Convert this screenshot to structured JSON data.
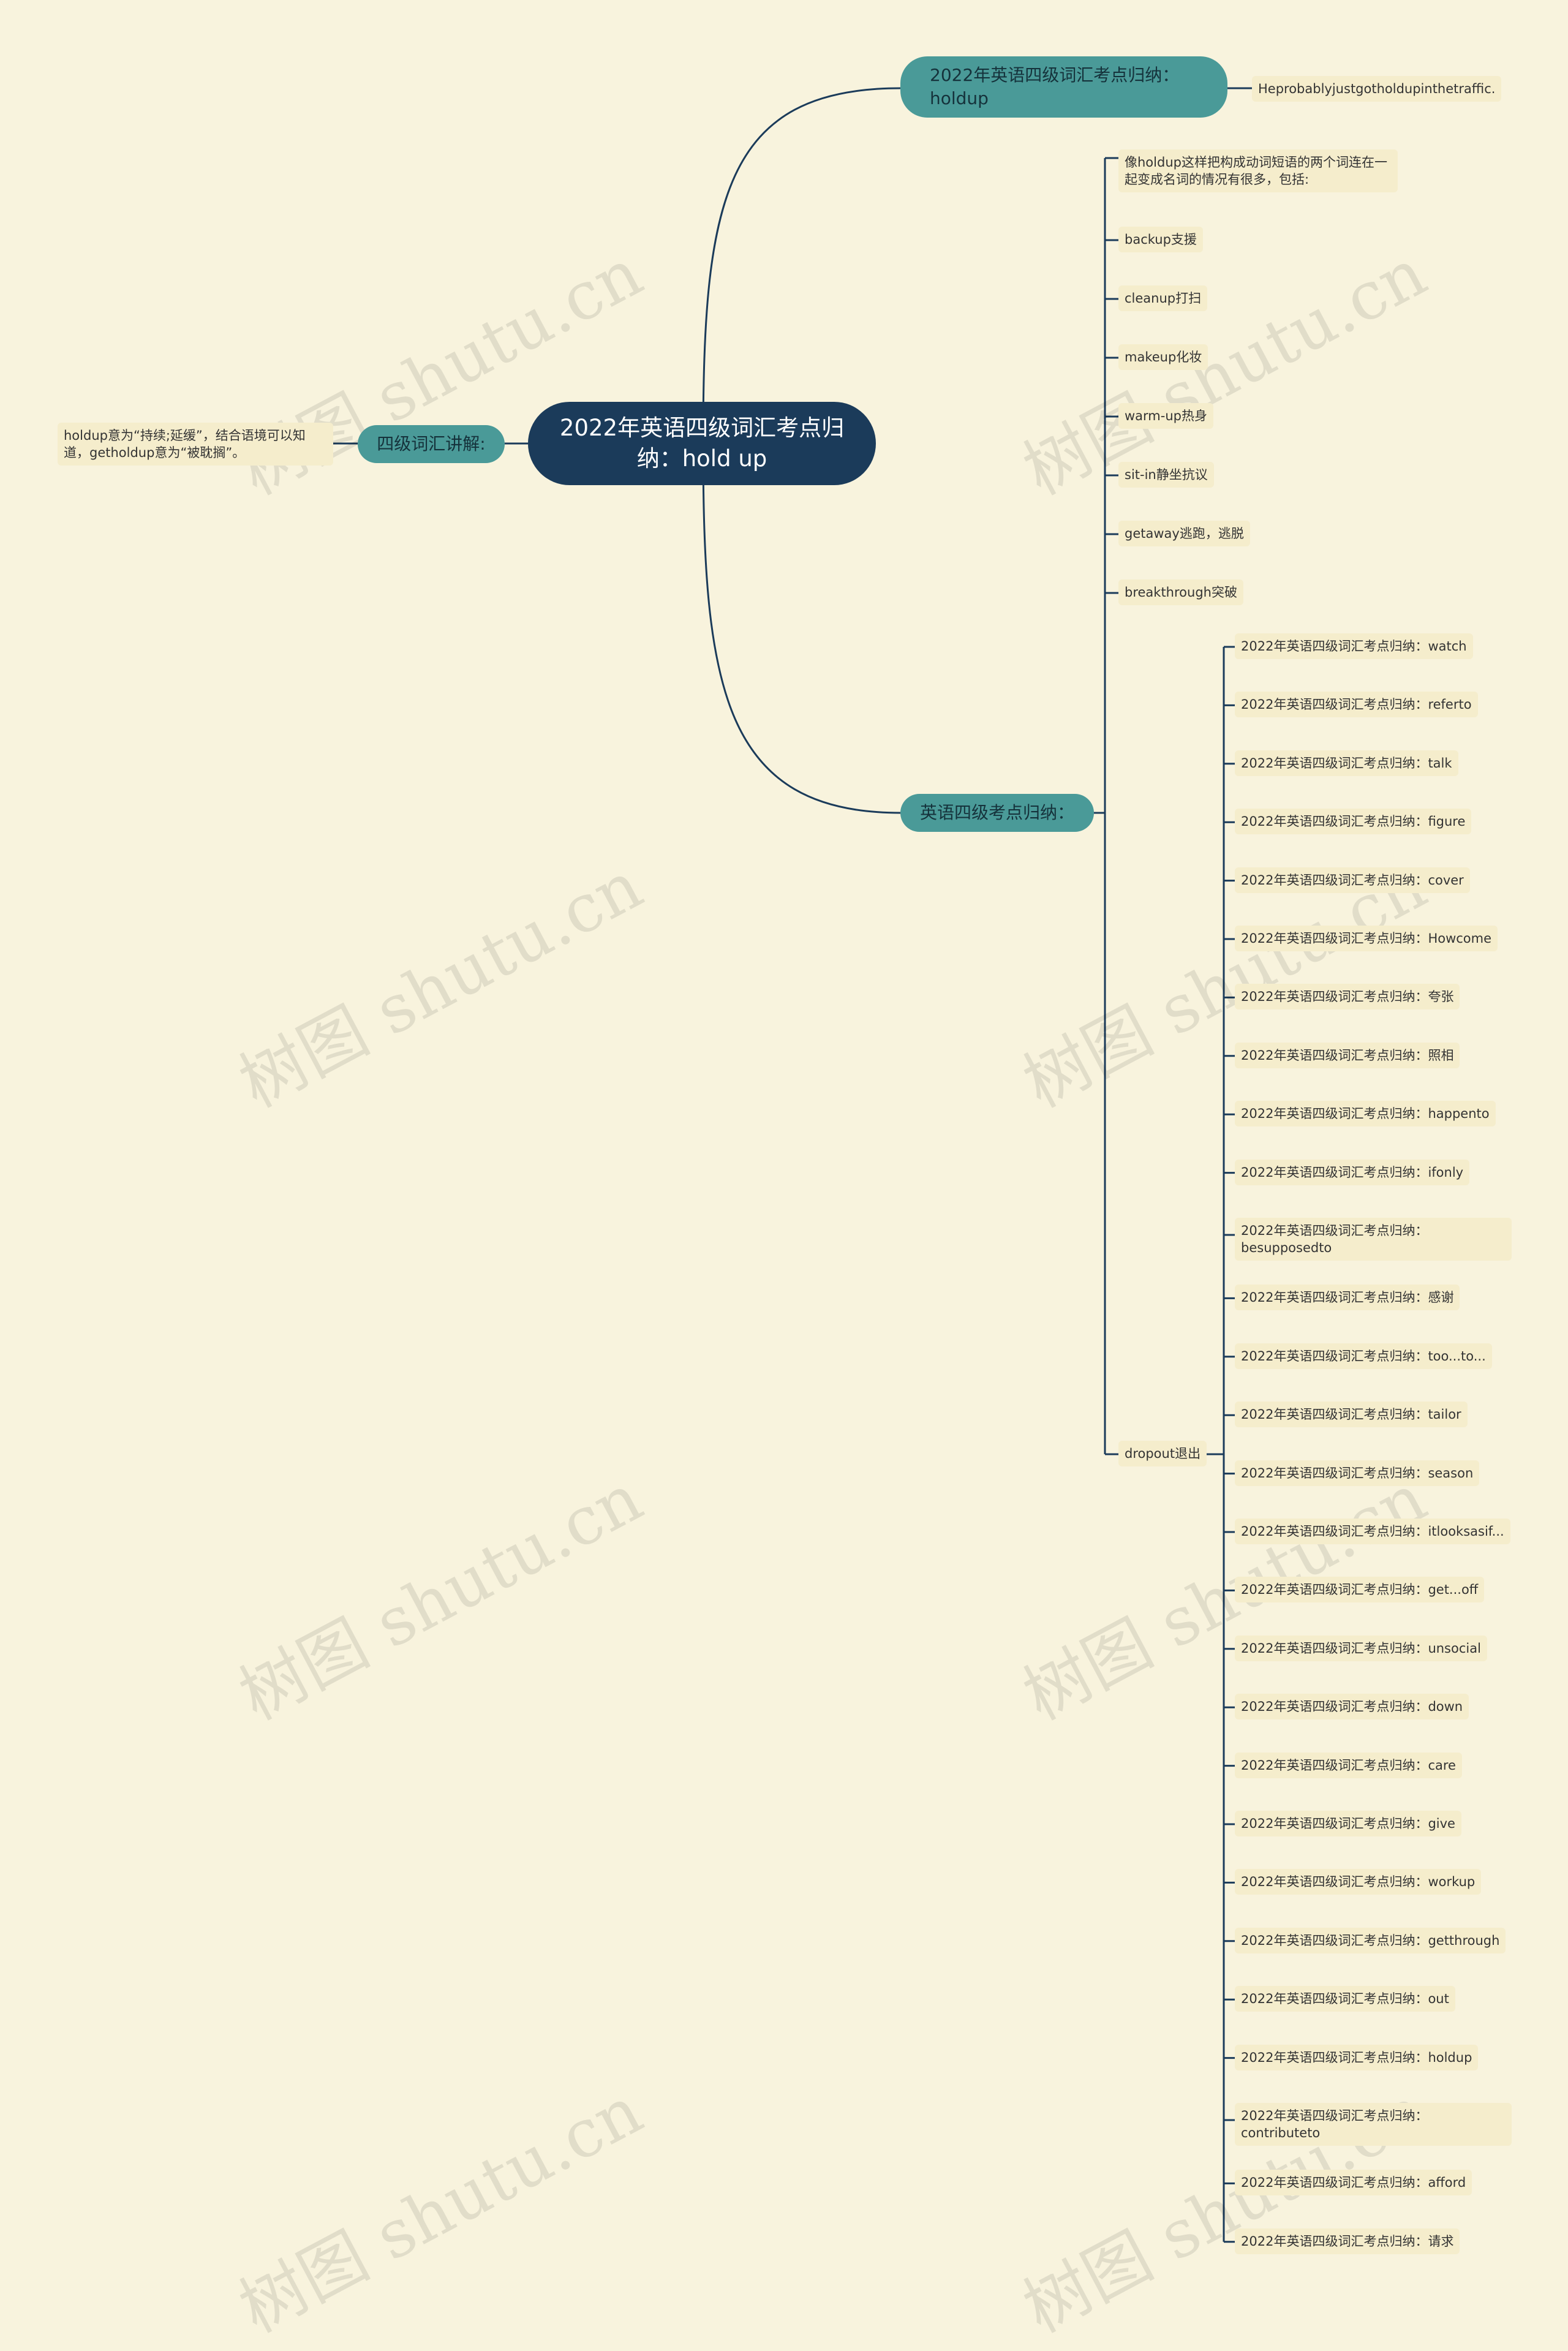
{
  "root": {
    "title": "2022年英语四级词汇考点归纳：hold up"
  },
  "branches": {
    "top": {
      "title": "2022年英语四级词汇考点归纳：holdup",
      "leaf": "Heprobablyjustgotholdupinthetraffic."
    },
    "left": {
      "title": "四级词汇讲解:",
      "leaf": "holdup意为“持续;延缓”，结合语境可以知道，getholdup意为“被耽搁”。"
    },
    "bottom": {
      "title": "英语四级考点归纳：",
      "children": [
        "像holdup这样把构成动词短语的两个词连在一起变成名词的情况有很多，包括:",
        "backup支援",
        "cleanup打扫",
        "makeup化妆",
        "warm-up热身",
        "sit-in静坐抗议",
        "getaway逃跑，逃脱",
        "breakthrough突破",
        "dropout退出"
      ],
      "dropout_children": [
        "2022年英语四级词汇考点归纳：watch",
        "2022年英语四级词汇考点归纳：referto",
        "2022年英语四级词汇考点归纳：talk",
        "2022年英语四级词汇考点归纳：figure",
        "2022年英语四级词汇考点归纳：cover",
        "2022年英语四级词汇考点归纳：Howcome",
        "2022年英语四级词汇考点归纳：夸张",
        "2022年英语四级词汇考点归纳：照相",
        "2022年英语四级词汇考点归纳：happento",
        "2022年英语四级词汇考点归纳：ifonly",
        "2022年英语四级词汇考点归纳：besupposedto",
        "2022年英语四级词汇考点归纳：感谢",
        "2022年英语四级词汇考点归纳：too...to...",
        "2022年英语四级词汇考点归纳：tailor",
        "2022年英语四级词汇考点归纳：season",
        "2022年英语四级词汇考点归纳：itlooksasif...",
        "2022年英语四级词汇考点归纳：get...off",
        "2022年英语四级词汇考点归纳：unsocial",
        "2022年英语四级词汇考点归纳：down",
        "2022年英语四级词汇考点归纳：care",
        "2022年英语四级词汇考点归纳：give",
        "2022年英语四级词汇考点归纳：workup",
        "2022年英语四级词汇考点归纳：getthrough",
        "2022年英语四级词汇考点归纳：out",
        "2022年英语四级词汇考点归纳：holdup",
        "2022年英语四级词汇考点归纳：contributeto",
        "2022年英语四级词汇考点归纳：afford",
        "2022年英语四级词汇考点归纳：请求"
      ]
    }
  },
  "watermark": "树图 shutu.cn",
  "colors": {
    "background": "#f8f3dd",
    "root_fill": "#1b3b5a",
    "branch_fill": "#4a9a98",
    "leaf_fill": "#f5edcc",
    "line": "#1b3b5a"
  }
}
